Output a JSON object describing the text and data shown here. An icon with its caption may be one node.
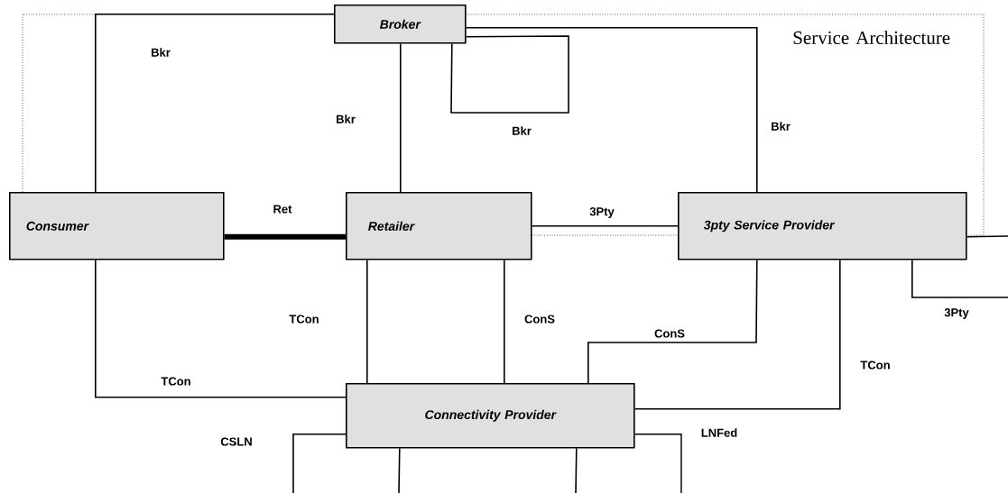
{
  "diagram": {
    "nodes": [
      {
        "text": [
          "Broker"
        ]
      },
      {
        "text": [
          "Consumer"
        ]
      },
      {
        "text": [
          "Retailer"
        ]
      },
      {
        "text": [
          "3pty Service Provider"
        ]
      },
      {
        "text": [
          "Connectivity Provider"
        ]
      }
    ],
    "edges": [
      {
        "from": 0,
        "to": 1,
        "arrow": "none",
        "label": "Bkr"
      },
      {
        "from": 0,
        "to": 0,
        "arrow": "none",
        "label": "Bkr"
      },
      {
        "from": 0,
        "to": 2,
        "arrow": "none",
        "label": "Bkr"
      },
      {
        "from": 0,
        "to": 3,
        "arrow": "none",
        "label": "Bkr"
      },
      {
        "from": 1,
        "to": 2,
        "arrow": "none",
        "label": "Ret",
        "style": "thick"
      },
      {
        "from": 2,
        "to": 3,
        "arrow": "none",
        "label": "3Pty"
      },
      {
        "from": 3,
        "to": null,
        "arrow": "none"
      },
      {
        "from": 3,
        "to": null,
        "arrow": "none",
        "label": "3Pty"
      },
      {
        "from": 1,
        "to": 4,
        "arrow": "none",
        "label": "TCon"
      },
      {
        "from": 2,
        "to": 4,
        "arrow": "none",
        "label": "TCon"
      },
      {
        "from": 2,
        "to": 4,
        "arrow": "none",
        "label": "ConS"
      },
      {
        "from": 3,
        "to": 4,
        "arrow": "none",
        "label": "ConS"
      },
      {
        "from": 3,
        "to": 4,
        "arrow": "none",
        "label": "TCon"
      },
      {
        "from": 4,
        "to": null,
        "arrow": "none",
        "label": "CSLN"
      },
      {
        "from": 4,
        "to": null,
        "arrow": "none"
      },
      {
        "from": 4,
        "to": null,
        "arrow": "none"
      },
      {
        "from": 4,
        "to": null,
        "arrow": "none",
        "label": "LNFed"
      }
    ],
    "labels": [
      "Service Architecture"
    ]
  }
}
